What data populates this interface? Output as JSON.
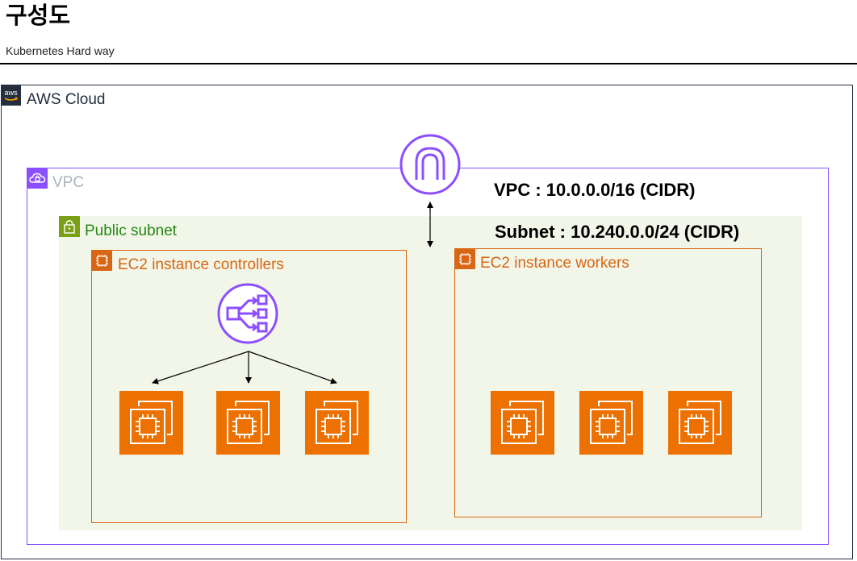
{
  "header": {
    "title": "구성도",
    "subtitle": "Kubernetes Hard way"
  },
  "diagram": {
    "aws_cloud": {
      "label": "AWS Cloud",
      "badge_text": "aws"
    },
    "vpc": {
      "label": "VPC",
      "color": "#8c4fff"
    },
    "public_subnet": {
      "label": "Public subnet",
      "color": "#7aa116"
    },
    "controllers_group": {
      "label": "EC2 instance controllers",
      "instances": 3
    },
    "workers_group": {
      "label": "EC2 instance workers",
      "instances": 3
    },
    "annotations": {
      "vpc_cidr": "VPC : 10.0.0.0/16 (CIDR)",
      "subnet_cidr": "Subnet : 10.240.0.0/24 (CIDR)"
    },
    "icons": {
      "gateway": "internet-gateway-icon",
      "load_balancer": "elastic-load-balancer-icon",
      "instance": "ec2-instance-icon"
    },
    "colors": {
      "aws_dark": "#232f3e",
      "ec2_orange": "#ed7100",
      "group_orange": "#d86613",
      "subnet_fill": "#f2f6e8",
      "vpc_purple": "#8c4fff"
    }
  }
}
